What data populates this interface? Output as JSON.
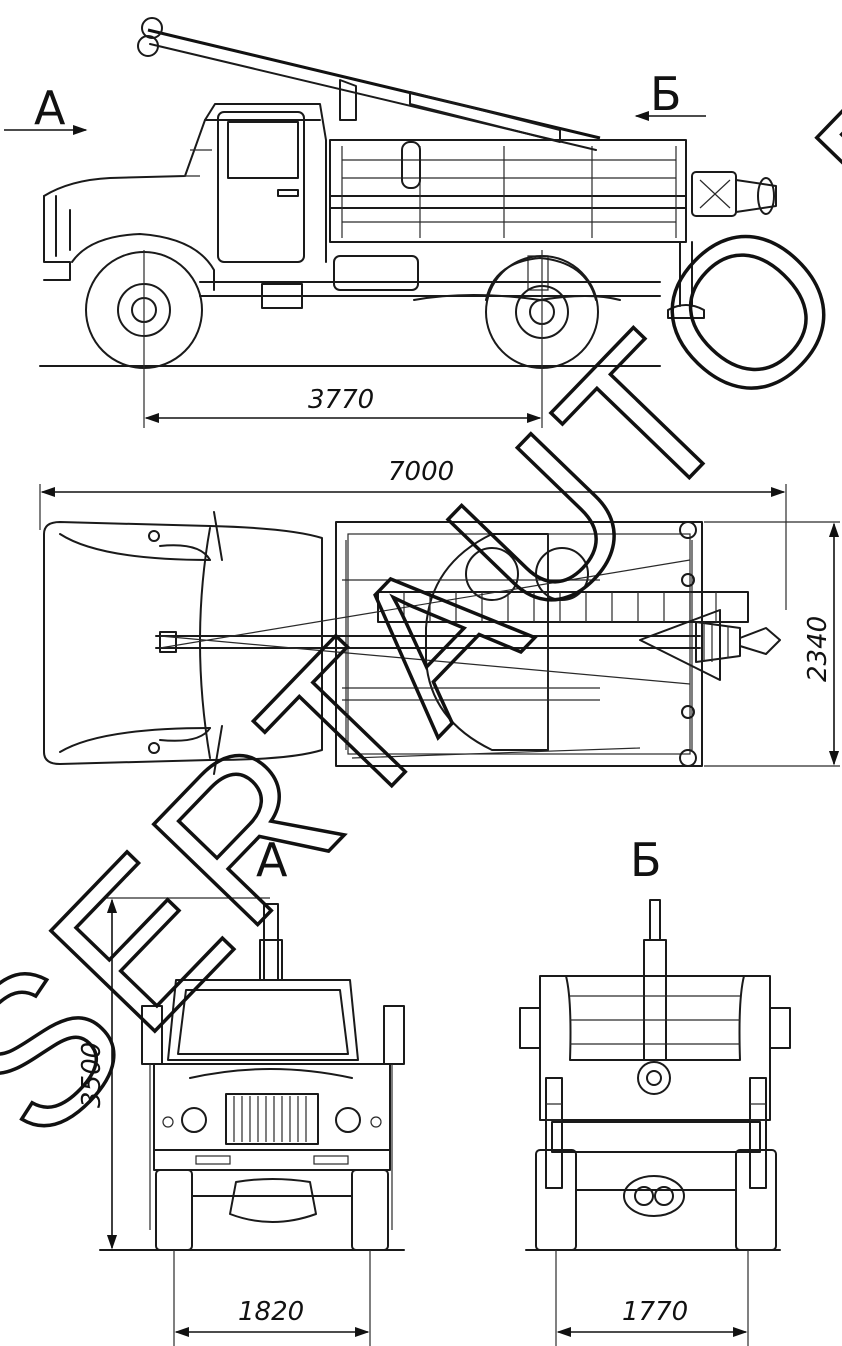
{
  "views": {
    "a_top": "А",
    "b_top": "Б",
    "a_front": "А",
    "b_rear": "Б"
  },
  "dimensions": {
    "wheelbase": "3770",
    "overall_length": "7000",
    "overall_width": "2340",
    "height": "3500",
    "front_track": "1820",
    "rear_track": "1770"
  },
  "watermark": "SERTAUTO.RU",
  "colors": {
    "line": "#1a1a1a",
    "background": "#ffffff"
  }
}
